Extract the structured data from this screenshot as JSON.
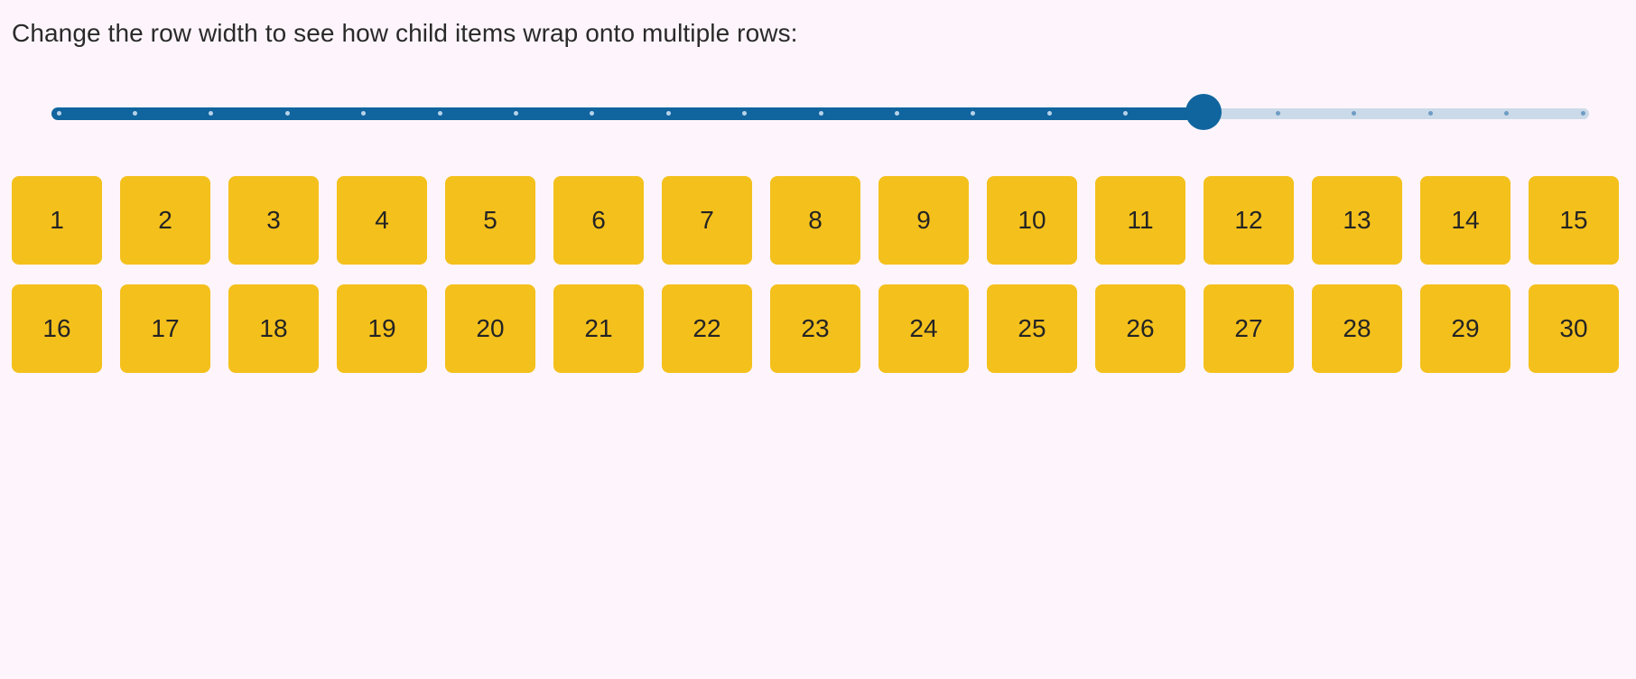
{
  "page": {
    "background_color": "#FDF5FB"
  },
  "heading": {
    "text": "Change the row width to see how child items wrap onto multiple rows:",
    "color": "#2A2A2A"
  },
  "slider": {
    "purpose": "row-width",
    "tick_count": 21,
    "value_ratio": 0.75,
    "filled_tick_index": 15,
    "accent_color": "#11659E",
    "rail_color": "#CBDAE8",
    "tick_on_fill_color": "#B8D3E9",
    "tick_on_rail_color": "#6E9CC4"
  },
  "items": {
    "per_row": 15,
    "background_color": "#F4C01C",
    "text_color": "#242424",
    "labels": [
      "1",
      "2",
      "3",
      "4",
      "5",
      "6",
      "7",
      "8",
      "9",
      "10",
      "11",
      "12",
      "13",
      "14",
      "15",
      "16",
      "17",
      "18",
      "19",
      "20",
      "21",
      "22",
      "23",
      "24",
      "25",
      "26",
      "27",
      "28",
      "29",
      "30"
    ]
  }
}
